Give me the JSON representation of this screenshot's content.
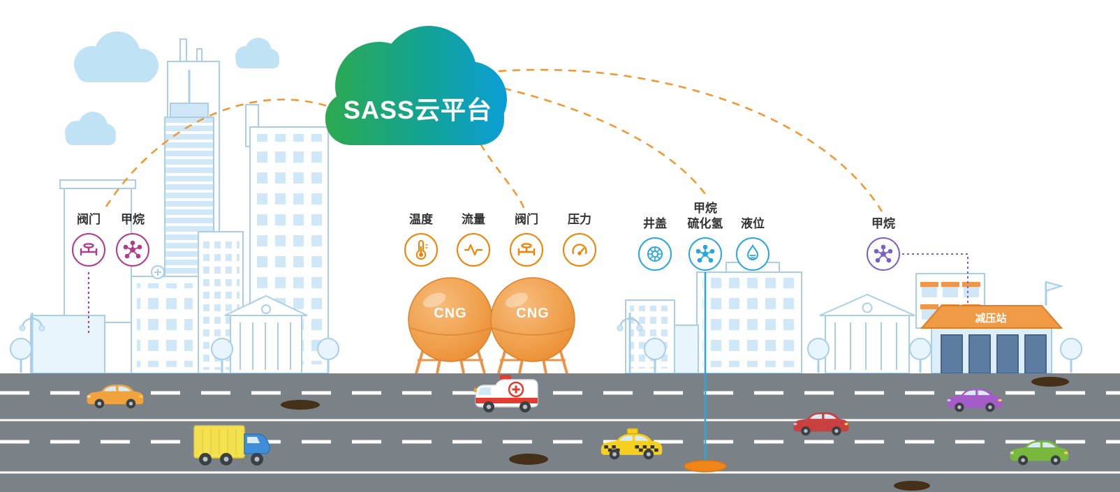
{
  "cloud": {
    "title": "SASS云平台"
  },
  "colors": {
    "cloud_green": "#2eaa4d",
    "cloud_blue": "#0b9ed6",
    "arc_orange": "#f2952e",
    "city_group": "#b13a8c",
    "cng_group": "#f08200",
    "manhole_group": "#2aa6de",
    "station_group": "#7a5fc7",
    "tank_orange": "#f0a04c",
    "road_gray": "#7b8287",
    "skyline_blue": "#a9cfe8"
  },
  "sensor_groups": {
    "city": {
      "color": "#b13a8c",
      "items": [
        {
          "label": "阀门",
          "icon": "valve-icon"
        },
        {
          "label": "甲烷",
          "icon": "molecule-icon"
        }
      ]
    },
    "cng_station": {
      "color": "#f08200",
      "items": [
        {
          "label": "温度",
          "icon": "thermometer-icon"
        },
        {
          "label": "流量",
          "icon": "flow-icon"
        },
        {
          "label": "阀门",
          "icon": "valve-icon"
        },
        {
          "label": "压力",
          "icon": "gauge-icon"
        }
      ]
    },
    "manhole": {
      "color": "#2aa6de",
      "items": [
        {
          "label": "井盖",
          "icon": "manhole-cover-icon"
        },
        {
          "label_line1": "甲烷",
          "label_line2": "硫化氢",
          "icon": "molecule-icon"
        },
        {
          "label": "液位",
          "icon": "liquid-level-icon"
        }
      ]
    },
    "pressure_station": {
      "color": "#7a5fc7",
      "items": [
        {
          "label": "甲烷",
          "icon": "molecule-icon"
        }
      ]
    }
  },
  "labels": {
    "tank1": "CNG",
    "tank2": "CNG",
    "pressure_station_building": "减压站"
  }
}
